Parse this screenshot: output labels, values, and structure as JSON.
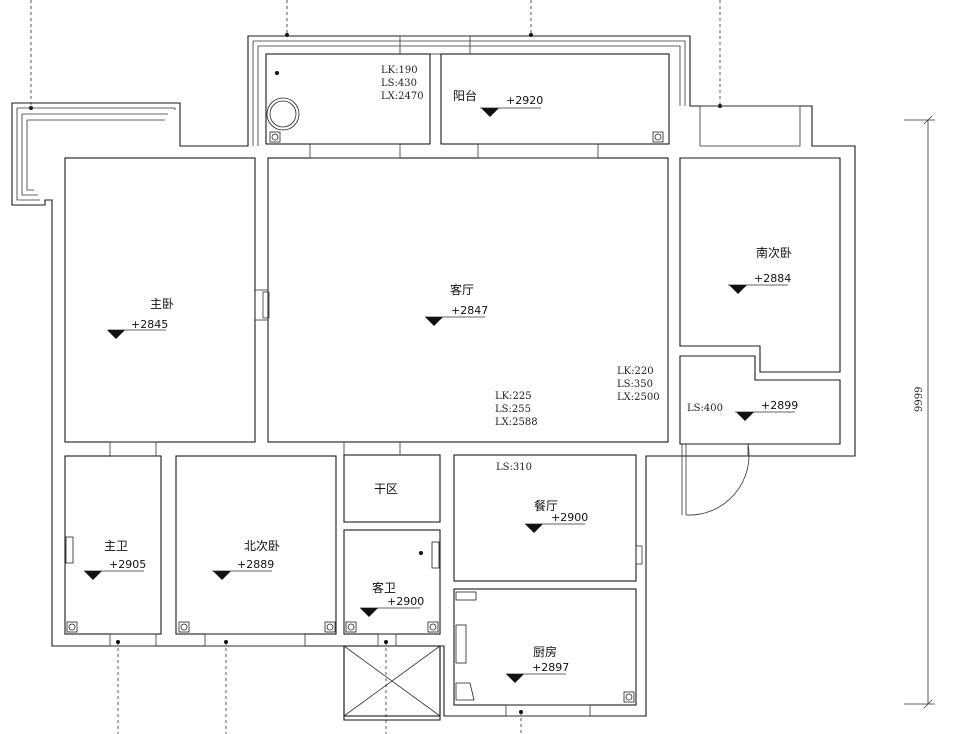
{
  "rooms": {
    "master_bedroom": {
      "label": "主卧",
      "elevation": "+2845"
    },
    "living_room": {
      "label": "客厅",
      "elevation": "+2847"
    },
    "balcony": {
      "label": "阳台",
      "elevation": "+2920"
    },
    "south_bedroom": {
      "label": "南次卧",
      "elevation": "+2884"
    },
    "corridor": {
      "elevation": "+2899"
    },
    "master_bath": {
      "label": "主卫",
      "elevation": "+2905"
    },
    "north_bedroom": {
      "label": "北次卧",
      "elevation": "+2889"
    },
    "dry_zone": {
      "label": "干区"
    },
    "guest_bath": {
      "label": "客卫",
      "elevation": "+2900"
    },
    "dining_room": {
      "label": "餐厅",
      "elevation": "+2900"
    },
    "kitchen": {
      "label": "厨房",
      "elevation": "+2897"
    }
  },
  "dimensions": {
    "balcony_lk": "LK:190",
    "balcony_ls": "LS:430",
    "balcony_lx": "LX:2470",
    "living_lk": "LK:225",
    "living_ls": "LS:255",
    "living_lx": "LX:2588",
    "right_lk": "LK:220",
    "right_ls": "LS:350",
    "right_lx": "LX:2500",
    "corridor_ls": "LS:400",
    "dining_ls": "LS:310",
    "overall_height": "9999"
  }
}
